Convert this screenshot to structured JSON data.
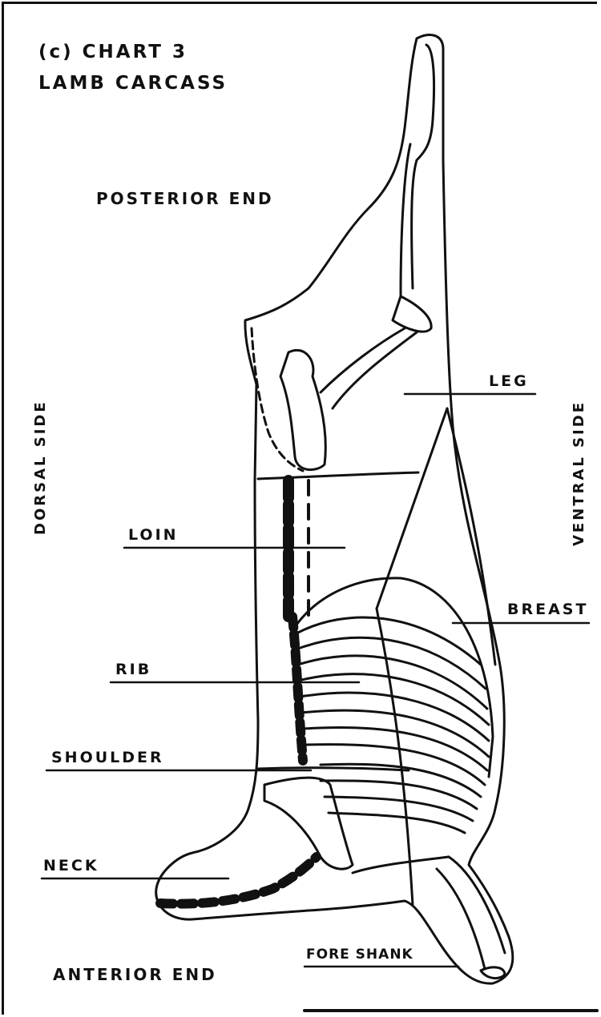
{
  "title": {
    "line1": "(c) CHART 3",
    "line2": "LAMB CARCASS"
  },
  "orientation": {
    "posterior": "POSTERIOR END",
    "anterior": "ANTERIOR END",
    "dorsal": "DORSAL SIDE",
    "ventral": "VENTRAL SIDE"
  },
  "cuts": {
    "leg": "LEG",
    "loin": "LOIN",
    "breast": "BREAST",
    "rib": "RIB",
    "shoulder": "SHOULDER",
    "neck": "NECK",
    "fore_shank": "FORE SHANK"
  },
  "colors": {
    "ink": "#111111",
    "paper": "#ffffff"
  }
}
